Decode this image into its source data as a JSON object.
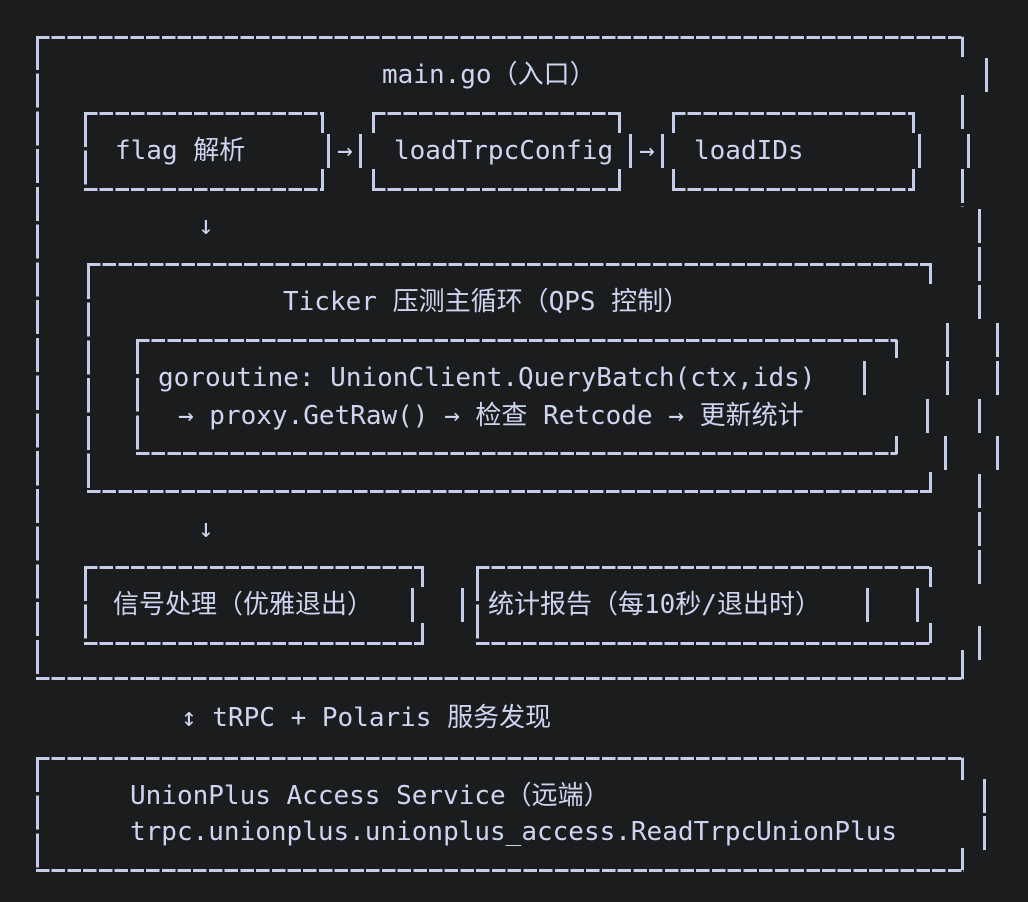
{
  "colors": {
    "background": "#1b1c1e",
    "ink": "#c5cde9",
    "text": "#cdd5f0"
  },
  "arrows": {
    "right": "→",
    "down": "↓",
    "updown": "↕"
  },
  "main_box": {
    "title": "main.go（入口）",
    "pipeline": {
      "flag_label": "flag 解析",
      "config_label": "loadTrpcConfig",
      "ids_label": "loadIDs"
    },
    "ticker_box": {
      "title": "Ticker 压测主循环（QPS 控制）",
      "goroutine_line1": "goroutine: UnionClient.QueryBatch(ctx,ids)",
      "goroutine_line2": "→ proxy.GetRaw() → 检查 Retcode → 更新统计"
    },
    "signal_box": {
      "label": "信号处理（优雅退出）"
    },
    "stats_box": {
      "label": "统计报告（每10秒/退出时）"
    }
  },
  "link_label": "↕ tRPC + Polaris 服务发现",
  "remote_box": {
    "line1": "UnionPlus Access Service（远端）",
    "line2": "trpc.unionplus.unionplus_access.ReadTrpcUnionPlus"
  }
}
